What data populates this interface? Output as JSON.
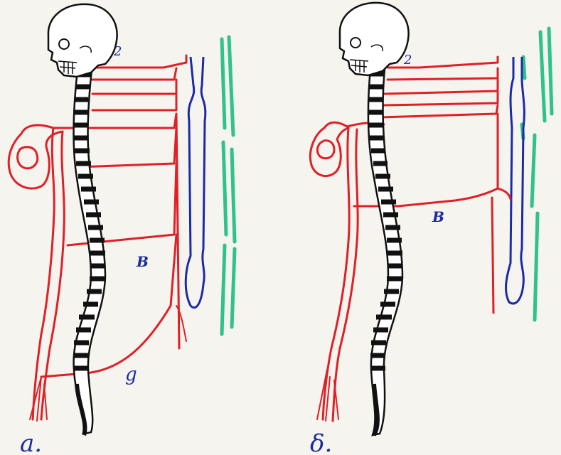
{
  "colors": {
    "nerves": "#e01f26",
    "vessel": "#1c2aa8",
    "membrane": "#2fc389",
    "bone": "#111111",
    "labels": "#1a2c9c"
  },
  "panels": [
    {
      "id": "a",
      "panel_label": "a.",
      "labels": {
        "top": "2",
        "middle": "B",
        "lower": "g"
      }
    },
    {
      "id": "b",
      "panel_label": "δ.",
      "labels": {
        "top": "2",
        "middle": "B"
      }
    }
  ]
}
